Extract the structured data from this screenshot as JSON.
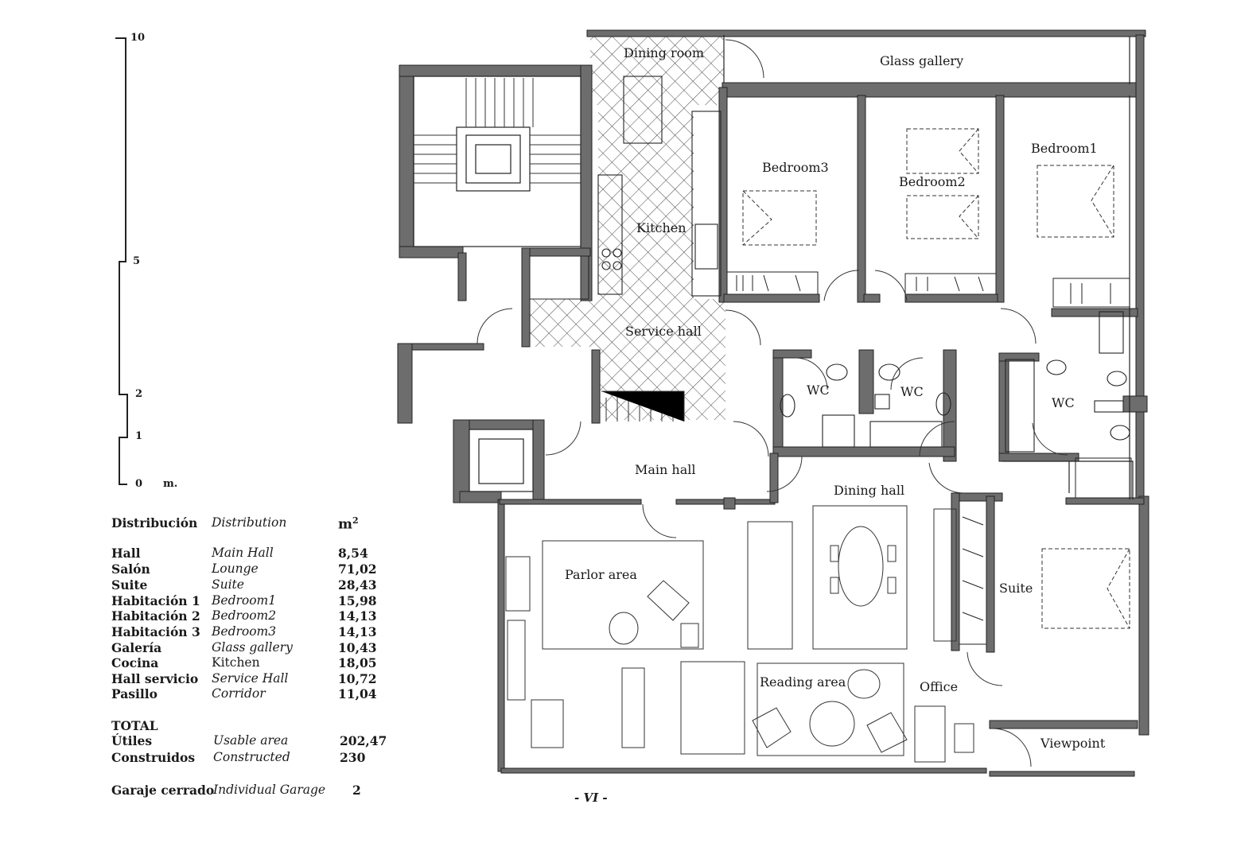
{
  "scale": {
    "ticks": [
      "10",
      "5",
      "2",
      "1",
      "0"
    ],
    "unit": "m."
  },
  "distribution": {
    "header": {
      "es": "Distribución",
      "en": "Distribution",
      "unit": "m",
      "unit_sup": "2"
    },
    "rows": [
      {
        "es": "Hall",
        "en": "Main Hall",
        "value": "8,54"
      },
      {
        "es": "Salón",
        "en": "Lounge",
        "value": "71,02"
      },
      {
        "es": "Suite",
        "en": "Suite",
        "value": "28,43"
      },
      {
        "es": "Habitación 1",
        "en": "Bedroom1",
        "value": "15,98"
      },
      {
        "es": "Habitación 2",
        "en": "Bedroom2",
        "value": "14,13"
      },
      {
        "es": "Habitación 3",
        "en": "Bedroom3",
        "value": "14,13"
      },
      {
        "es": "Galería",
        "en": "Glass gallery",
        "value": "10,43"
      },
      {
        "es": "Cocina",
        "en": "Kitchen",
        "value": "18,05"
      },
      {
        "es": "Hall servicio",
        "en": "Service Hall",
        "value": "10,72"
      },
      {
        "es": "Pasillo",
        "en": "Corridor",
        "value": "11,04"
      }
    ],
    "total_label": "TOTAL",
    "totals": [
      {
        "es": "Útiles",
        "en": "Usable area",
        "value": "202,47"
      },
      {
        "es": "Construidos",
        "en": "Constructed",
        "value": "230"
      }
    ],
    "garage": {
      "es": "Garaje cerrado",
      "en": "Individual Garage",
      "value": "2"
    }
  },
  "rooms": {
    "dining_room": "Dining room",
    "glass_gallery": "Glass gallery",
    "bedroom3": "Bedroom3",
    "bedroom2": "Bedroom2",
    "bedroom1": "Bedroom1",
    "kitchen": "Kitchen",
    "service_hall": "Service hall",
    "wc1": "WC",
    "wc2": "WC",
    "wc3": "WC",
    "main_hall": "Main hall",
    "dining_hall": "Dining hall",
    "parlor_area": "Parlor area",
    "suite": "Suite",
    "reading_area": "Reading area",
    "office": "Office",
    "viewpoint": "Viewpoint"
  },
  "page_number": "- VI -",
  "colors": {
    "wall": "#6d6d6d",
    "line": "#222222",
    "background": "#ffffff"
  }
}
